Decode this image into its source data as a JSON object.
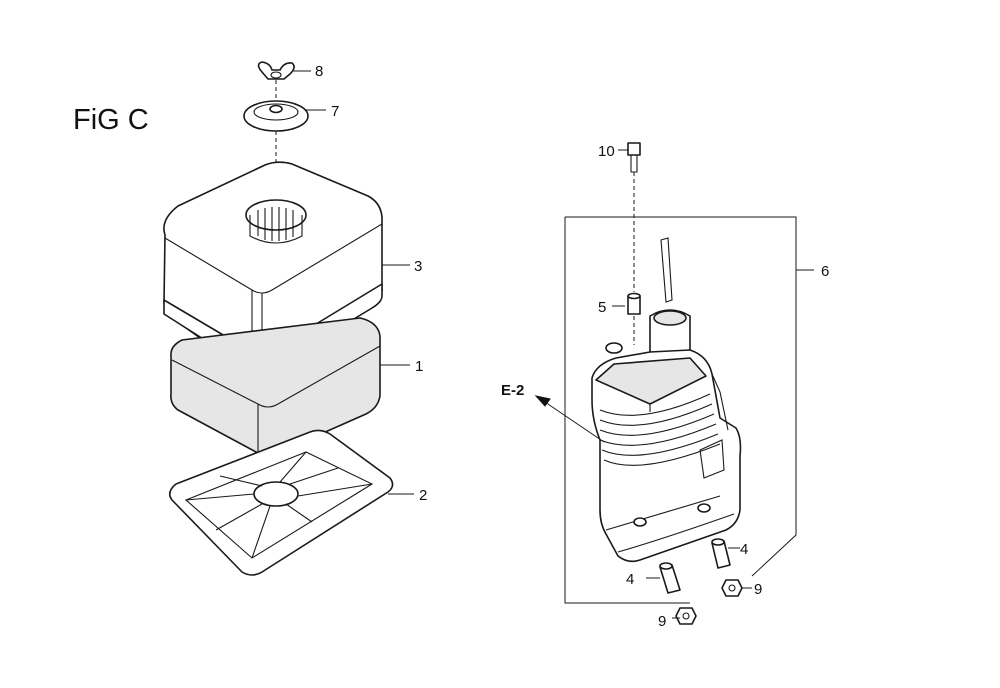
{
  "figure": {
    "title": "FiG C"
  },
  "callouts": {
    "c1": "1",
    "c2": "2",
    "c3": "3",
    "c4a": "4",
    "c4b": "4",
    "c5": "5",
    "c6": "6",
    "c7": "7",
    "c8": "8",
    "c9a": "9",
    "c9b": "9",
    "c10": "10",
    "ref": "E-2"
  }
}
